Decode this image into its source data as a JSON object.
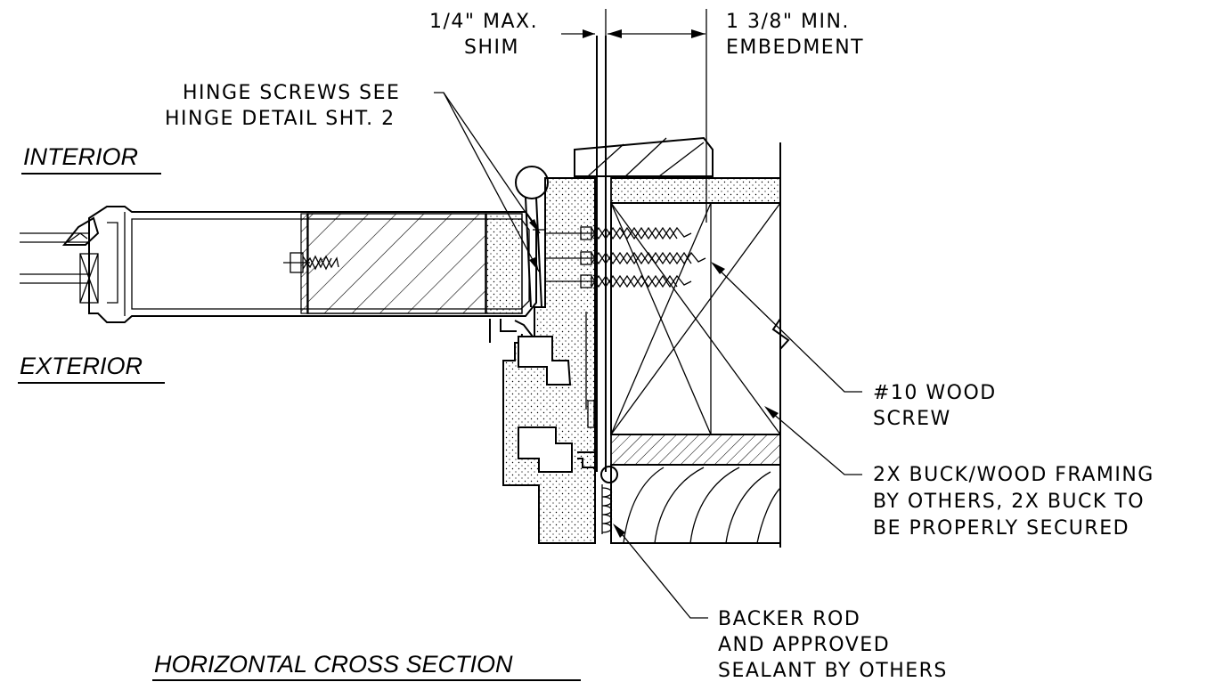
{
  "labels": {
    "interior": "INTERIOR",
    "exterior": "EXTERIOR",
    "title": "HORIZONTAL CROSS SECTION",
    "shim_line1": "1/4\" MAX.",
    "shim_line2": "SHIM",
    "embed_line1": "1 3/8\" MIN.",
    "embed_line2": "EMBEDMENT",
    "hinge_line1": "HINGE SCREWS SEE",
    "hinge_line2": "HINGE DETAIL SHT. 2",
    "screw_line1": "#10 WOOD",
    "screw_line2": "SCREW",
    "buck_line1": "2X BUCK/WOOD FRAMING",
    "buck_line2": "BY OTHERS, 2X BUCK TO",
    "buck_line3": "BE PROPERLY SECURED",
    "backer_line1": "BACKER ROD",
    "backer_line2": "AND APPROVED",
    "backer_line3": "SEALANT BY OTHERS"
  },
  "colors": {
    "ink": "#000000",
    "background": "#ffffff"
  }
}
